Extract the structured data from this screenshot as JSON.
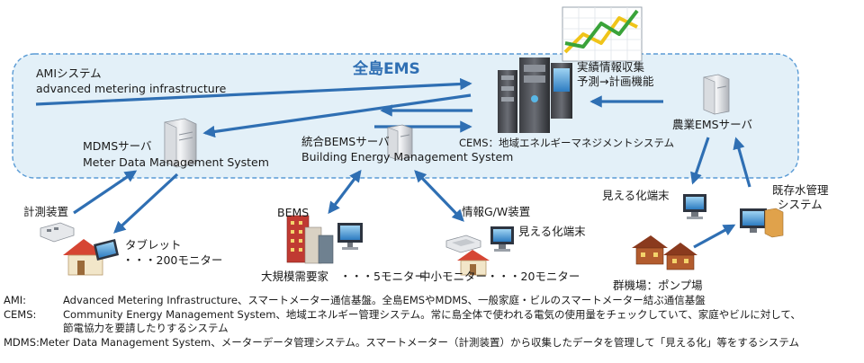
{
  "diagram": {
    "title": "全島EMS",
    "ami": {
      "line1": "AMIシステム",
      "line2": "advanced metering infrastructure"
    },
    "mdms": {
      "line1": "MDMSサーバ",
      "line2": "Meter Data Management System"
    },
    "bems_server": {
      "line1": "統合BEMSサーバ",
      "line2": "Building Energy Management System"
    },
    "cems": {
      "label": "CEMS：地域エネルギーマネジメントシステム"
    },
    "performance": {
      "line1": "実績情報収集",
      "line2": "予測→計画機能"
    },
    "agri_server": {
      "label": "農業EMSサーバ"
    },
    "meter": {
      "label": "計測装置"
    },
    "tablet": {
      "line1": "タブレット",
      "line2": "・・・200モニター"
    },
    "bems": {
      "label": "BEMS"
    },
    "large_customer": {
      "label": "大規模需要家　・・・5モニター"
    },
    "gateway": {
      "label": "情報G/W装置"
    },
    "viz_terminal_mid": {
      "label": "見える化端末"
    },
    "sme": {
      "label": "中小モニター・・・20モニター"
    },
    "viz_terminal_right": {
      "label": "見える化端末"
    },
    "water_system": {
      "line1": "既存水管理",
      "line2": "システム"
    },
    "pump_group": {
      "label": "群機場：ポンプ場"
    }
  },
  "legend": {
    "ami": {
      "abbr": "AMI:",
      "text": "Advanced Metering Infrastructure、スマートメーター通信基盤。全島EMSやMDMS、一般家庭・ビルのスマートメーター結ぶ通信基盤"
    },
    "cems": {
      "abbr": "CEMS:",
      "text": "Community Energy Management System、地域エネルギー管理システム。常に島全体で使われる電気の使用量をチェックしていて、家庭やビルに対して、",
      "cont": "節電協力を要請したりするシステム"
    },
    "mdms": {
      "abbr": "MDMS:",
      "text": "Meter Data Management System、メーターデータ管理システム。スマートメーター（計測装置）から収集したデータを管理して「見える化」等をするシステム"
    }
  },
  "colors": {
    "arrow": "#2f6fb3",
    "region_fill": "#e3f0f8",
    "region_border": "#5a9bd5",
    "title": "#2f6fb3",
    "chart_green": "#3aa33a",
    "chart_yellow": "#f0c419"
  }
}
